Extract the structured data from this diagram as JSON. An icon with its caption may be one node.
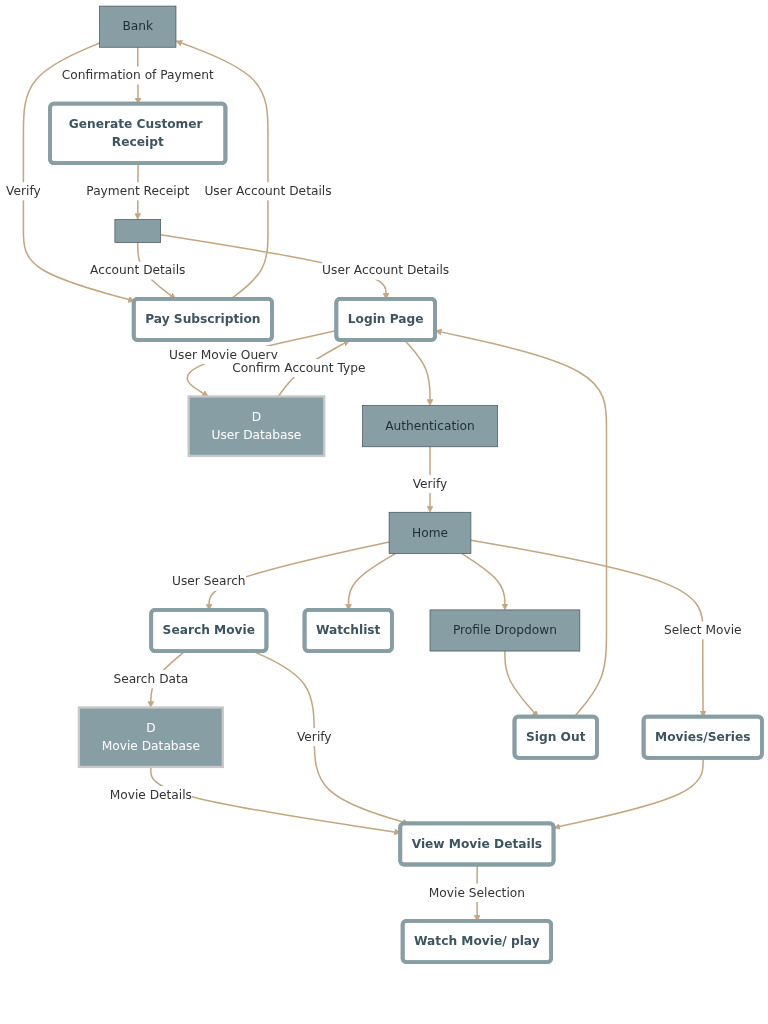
{
  "diagram": {
    "nodes": [
      {
        "text": [
          "Bank"
        ]
      },
      {
        "text": [
          "Pay Subscription"
        ]
      },
      {
        "text": [
          "D",
          "Movie Database"
        ]
      },
      {
        "text": [
          "View Movie Details"
        ]
      },
      {
        "text": [
          "Search Movie"
        ]
      },
      {
        "text": [
          "D",
          "User Database"
        ]
      },
      {
        "text": [
          "Generate Customer Receipt"
        ]
      },
      {
        "text": [
          "Watch Movie/ play"
        ]
      },
      {
        "text": [
          "Movies/Series"
        ]
      },
      {
        "text": [],
        "shape": "box"
      },
      {
        "text": [
          "Login Page"
        ]
      },
      {
        "text": [
          "Home"
        ]
      },
      {
        "text": [
          "Watchlist"
        ]
      },
      {
        "text": [
          "Profile Dropdown"
        ]
      },
      {
        "text": [
          "Authentication"
        ]
      },
      {
        "text": [
          "Sign Out"
        ]
      }
    ],
    "edges": [
      {
        "from": 0,
        "to": 1,
        "arrow": "to",
        "label": "Verify"
      },
      {
        "from": 1,
        "to": 0,
        "arrow": "to",
        "label": "User Account Details"
      },
      {
        "from": 0,
        "to": 6,
        "arrow": "to",
        "label": "Confirmation of Payment"
      },
      {
        "from": 6,
        "to": 9,
        "arrow": "to",
        "label": "Payment Receipt"
      },
      {
        "from": 9,
        "to": 1,
        "arrow": "to",
        "label": "Account Details"
      },
      {
        "from": 9,
        "to": 10,
        "arrow": "to",
        "label": "User Account Details"
      },
      {
        "from": 4,
        "to": 2,
        "arrow": "to",
        "label": "Search Data"
      },
      {
        "from": 2,
        "to": 3,
        "arrow": "to",
        "label": "Movie Details"
      },
      {
        "from": 4,
        "to": 3,
        "arrow": "to",
        "label": "Verify"
      },
      {
        "from": 3,
        "to": 7,
        "arrow": "to",
        "label": "Movie Selection"
      },
      {
        "from": 11,
        "to": 4,
        "arrow": "to",
        "label": "User Search"
      },
      {
        "from": 10,
        "to": 5,
        "arrow": "to",
        "label": "User Movie Query"
      },
      {
        "from": 5,
        "to": 10,
        "arrow": "to",
        "label": "Confirm Account Type"
      },
      {
        "from": 8,
        "to": 3,
        "arrow": "to"
      },
      {
        "from": 11,
        "to": 8,
        "arrow": "to",
        "label": "Select Movie"
      },
      {
        "from": 11,
        "to": 13,
        "arrow": "to"
      },
      {
        "from": 11,
        "to": 12,
        "arrow": "to"
      },
      {
        "from": 10,
        "to": 14,
        "arrow": "to"
      },
      {
        "from": 14,
        "to": 11,
        "arrow": "to",
        "label": "Verify"
      },
      {
        "from": 13,
        "to": 15,
        "arrow": "to"
      },
      {
        "from": 15,
        "to": 10,
        "arrow": "to"
      }
    ]
  }
}
